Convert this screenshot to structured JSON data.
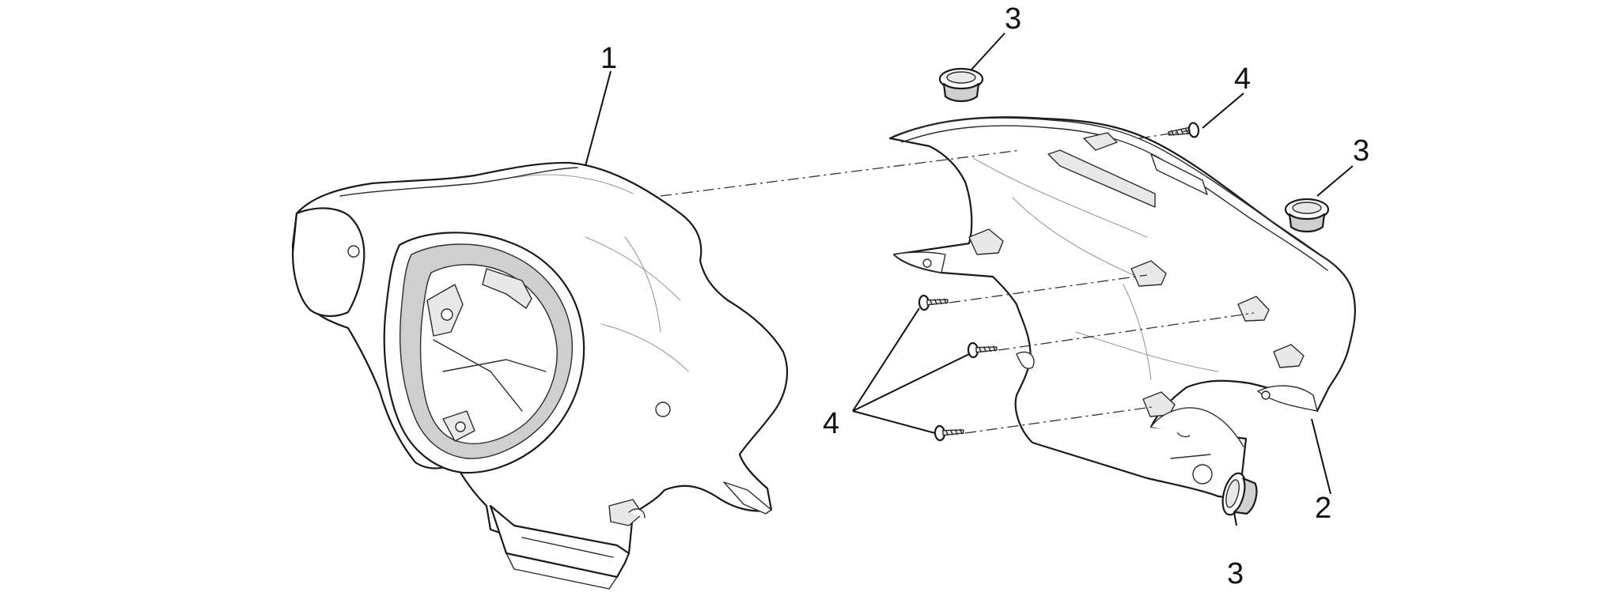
{
  "callouts": {
    "part_1": "1",
    "part_2": "2",
    "part_3_top": "3",
    "part_3_right": "3",
    "part_3_bottom": "3",
    "part_4_top": "4",
    "part_4_left": "4"
  },
  "icons": [
    "front-handlebar-cover",
    "rear-handlebar-cover",
    "rubber-plug",
    "self-tapping-screw"
  ]
}
